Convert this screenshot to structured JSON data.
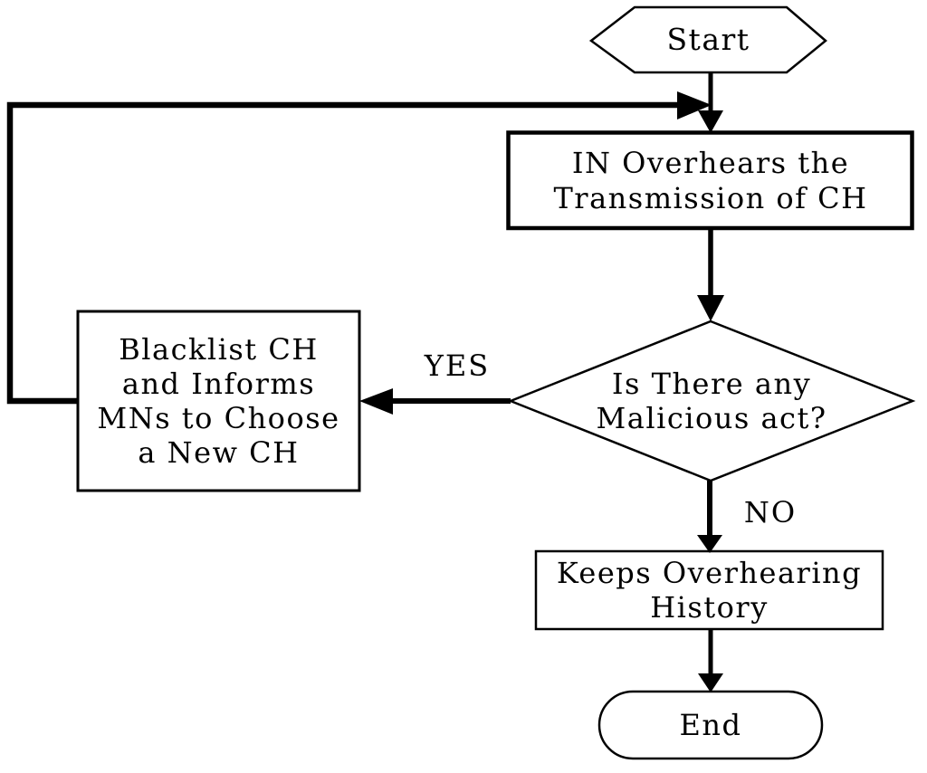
{
  "flowchart": {
    "background_color": "#ffffff",
    "line_color": "#000000",
    "text_color": "#000000",
    "nodes": {
      "start": {
        "label": "Start"
      },
      "overhear": {
        "label": "IN Overhears the\nTransmission of CH"
      },
      "decision": {
        "label": "Is There any\nMalicious act?"
      },
      "blacklist": {
        "label": "Blacklist CH\nand Informs\nMNs to Choose\na New CH"
      },
      "keep_history": {
        "label": "Keeps Overhearing\nHistory"
      },
      "end": {
        "label": "End"
      }
    },
    "edge_labels": {
      "yes": "YES",
      "no": "NO"
    }
  }
}
